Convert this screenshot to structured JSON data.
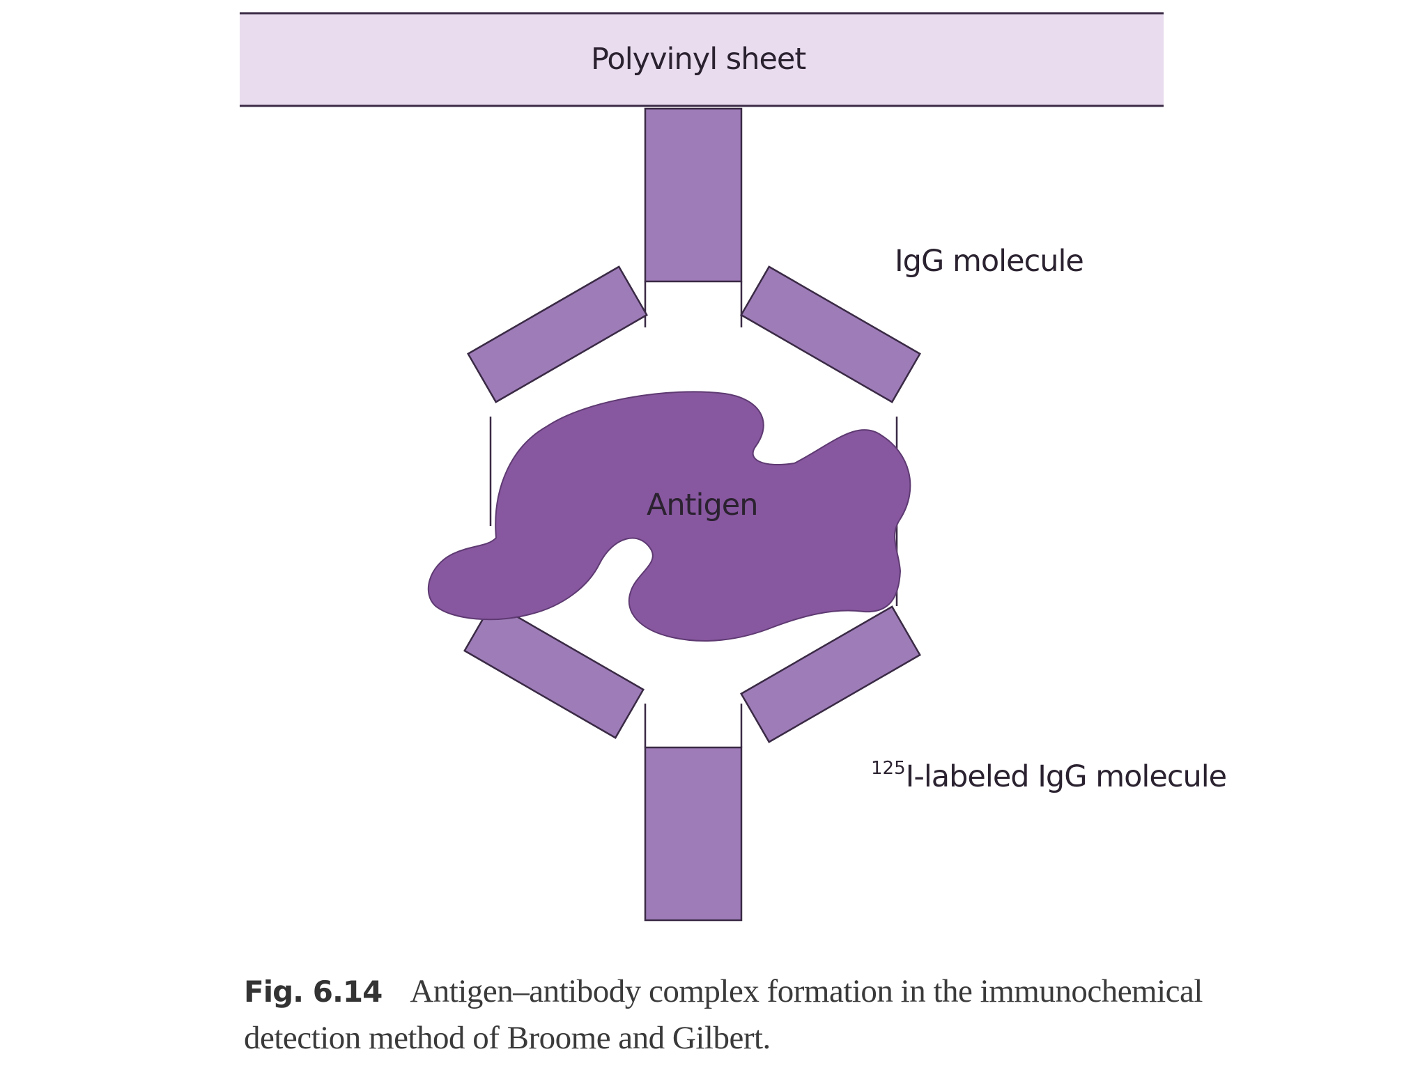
{
  "labels": {
    "sheet": "Polyvinyl sheet",
    "igg": "IgG molecule",
    "antigen": "Antigen",
    "labeled_igg_sup": "125",
    "labeled_igg_rest": "I-labeled IgG molecule"
  },
  "caption": {
    "fig_number": "Fig. 6.14",
    "text": "Antigen–antibody complex formation in the immunochemical detection method of Broome and Gilbert."
  },
  "colors": {
    "sheet_fill": "#e8dcee",
    "antibody_fill": "#9e7cb8",
    "antigen_fill": "#87579f",
    "outline": "#3a2a45"
  }
}
